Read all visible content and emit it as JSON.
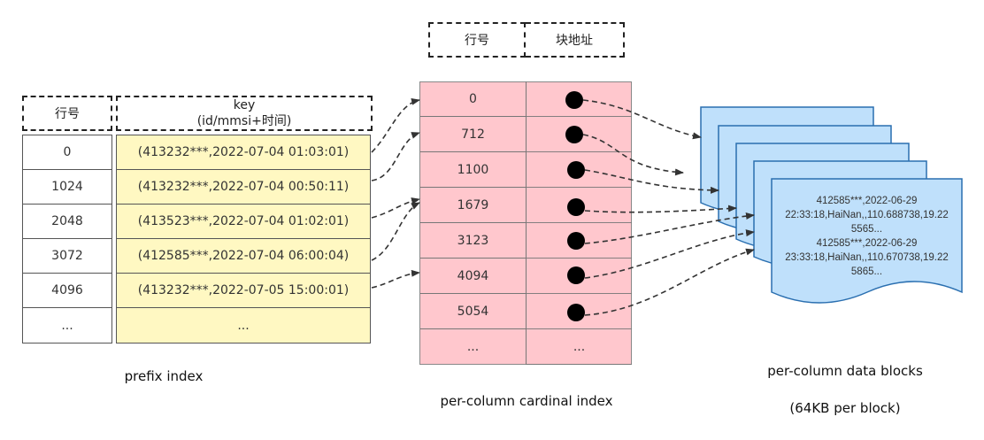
{
  "prefix_index": {
    "row_header": "行号",
    "key_header_line1": "key",
    "key_header_line2": "(id/mmsi+时间)",
    "rows": [
      "0",
      "1024",
      "2048",
      "3072",
      "4096",
      "..."
    ],
    "keys": [
      "(413232***,2022-07-04 01:03:01)",
      "(413232***,2022-07-04 00:50:11)",
      "(413523***,2022-07-04 01:02:01)",
      "(412585***,2022-07-04 06:00:04)",
      "(413232***,2022-07-05 15:00:01)",
      "..."
    ],
    "caption": "prefix index"
  },
  "cardinal_index": {
    "row_header": "行号",
    "addr_header": "块地址",
    "rows": [
      "0",
      "712",
      "1100",
      "1679",
      "3123",
      "4094",
      "5054",
      "..."
    ],
    "last_addr": "...",
    "caption": "per-column cardinal index"
  },
  "data_blocks": {
    "text_lines": [
      "412585***,2022-06-29",
      "22:33:18,HaiNan,,110.688738,19.22",
      "5565...",
      "412585***,2022-06-29",
      "23:33:18,HaiNan,,110.670738,19.22",
      "5865..."
    ],
    "caption_line1": "per-column data blocks",
    "caption_line2": "(64KB per block)"
  },
  "colors": {
    "key_fill": "#fff8c2",
    "index_fill": "#ffc7cd",
    "block_fill": "#bfe0fb",
    "block_stroke": "#2a6fb0"
  }
}
